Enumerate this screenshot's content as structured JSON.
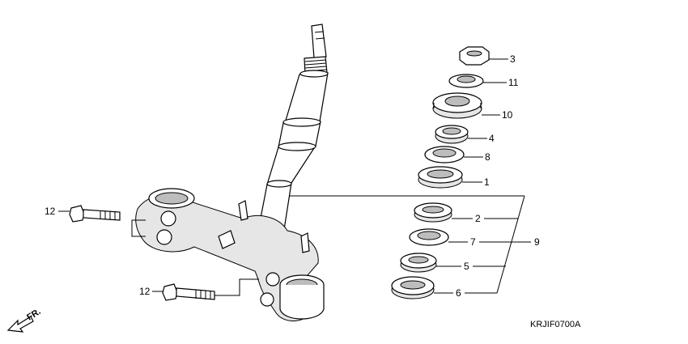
{
  "diagram": {
    "code": "KRJIF0700A",
    "direction_label": "FR.",
    "callouts": {
      "c1": "1",
      "c2": "2",
      "c3": "3",
      "c4": "4",
      "c5": "5",
      "c6": "6",
      "c7": "7",
      "c8": "8",
      "c9": "9",
      "c10": "10",
      "c11": "11",
      "c12a": "12",
      "c12b": "12"
    }
  }
}
